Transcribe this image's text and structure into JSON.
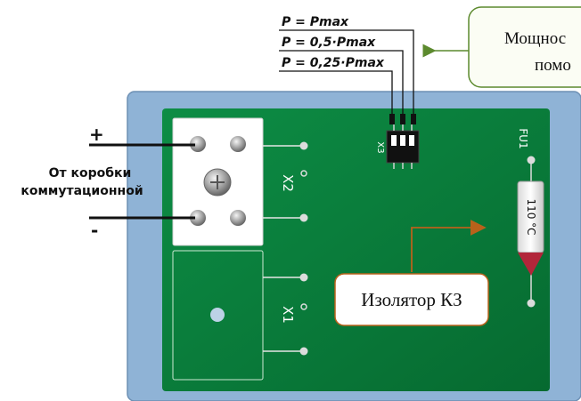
{
  "switch_labels": {
    "full": "P = Pmax",
    "half": "P = 0,5·Pmax",
    "quarter": "P = 0,25·Pmax"
  },
  "power_callout": {
    "line1": "Мощнос",
    "line2": "помо"
  },
  "wires": {
    "plus": "+",
    "minus": "-"
  },
  "source_label": {
    "line1": "От коробки",
    "line2": "коммутационной"
  },
  "connectors": {
    "x2": "X2",
    "x1": "X1",
    "x3": "X3"
  },
  "fuse": {
    "ref": "FU1",
    "rating": "110 °C"
  },
  "isolator_callout": "Изолятор КЗ",
  "colors": {
    "board_green": "#0a7a3a",
    "housing_blue": "#8fb3d6",
    "callout_green": "#5c8a2e",
    "callout_orange": "#b8621b",
    "fuse_red": "#b2263a"
  }
}
